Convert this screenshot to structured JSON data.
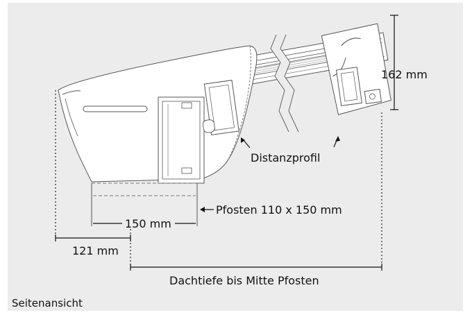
{
  "dimensions": {
    "height": "162 mm",
    "post_width": "150 mm",
    "overhang": "121 mm",
    "depth": "Dachtiefe bis Mitte Pfosten"
  },
  "labels": {
    "spacer": "Distanzprofil",
    "post": "Pfosten 110 x 150 mm"
  },
  "caption": "Seitenansicht",
  "colors": {
    "background": "#ececec",
    "profile_fill": "#ffffff",
    "profile_stroke": "#555555",
    "dimension_line": "#111111"
  }
}
